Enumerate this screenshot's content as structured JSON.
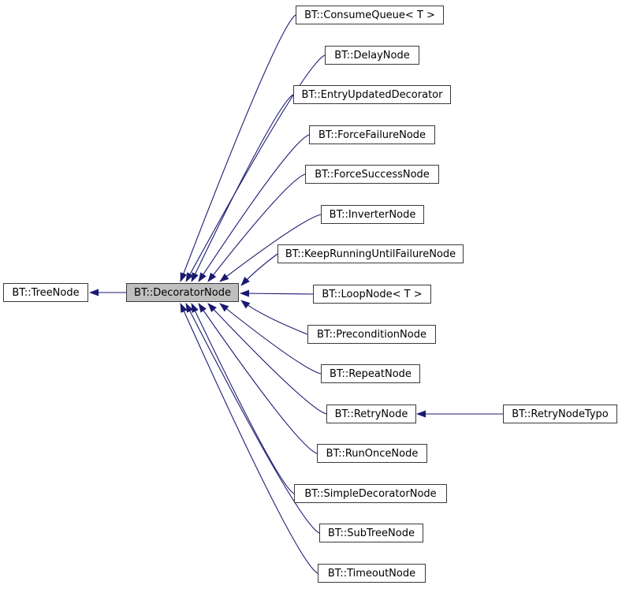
{
  "diagram": {
    "type": "inheritance-graph",
    "colors": {
      "edge": "#191970",
      "node_fill": "#ffffff",
      "current_node_fill": "#bfbfbf",
      "node_border": "#3a3a3a",
      "text": "#000000",
      "background": "#ffffff"
    },
    "nodes": [
      {
        "label": "BT::TreeNode",
        "role": "base"
      },
      {
        "label": "BT::DecoratorNode",
        "role": "current"
      },
      {
        "label": "BT::ConsumeQueue< T >",
        "role": "derived"
      },
      {
        "label": "BT::DelayNode",
        "role": "derived"
      },
      {
        "label": "BT::EntryUpdatedDecorator",
        "role": "derived"
      },
      {
        "label": "BT::ForceFailureNode",
        "role": "derived"
      },
      {
        "label": "BT::ForceSuccessNode",
        "role": "derived"
      },
      {
        "label": "BT::InverterNode",
        "role": "derived"
      },
      {
        "label": "BT::KeepRunningUntilFailureNode",
        "role": "derived"
      },
      {
        "label": "BT::LoopNode< T >",
        "role": "derived"
      },
      {
        "label": "BT::PreconditionNode",
        "role": "derived"
      },
      {
        "label": "BT::RepeatNode",
        "role": "derived"
      },
      {
        "label": "BT::RetryNode",
        "role": "derived"
      },
      {
        "label": "BT::RunOnceNode",
        "role": "derived"
      },
      {
        "label": "BT::SimpleDecoratorNode",
        "role": "derived"
      },
      {
        "label": "BT::SubTreeNode",
        "role": "derived"
      },
      {
        "label": "BT::TimeoutNode",
        "role": "derived"
      },
      {
        "label": "BT::RetryNodeTypo",
        "role": "derived"
      }
    ],
    "edges": [
      {
        "from": "BT::DecoratorNode",
        "to": "BT::TreeNode"
      },
      {
        "from": "BT::ConsumeQueue< T >",
        "to": "BT::DecoratorNode"
      },
      {
        "from": "BT::DelayNode",
        "to": "BT::DecoratorNode"
      },
      {
        "from": "BT::EntryUpdatedDecorator",
        "to": "BT::DecoratorNode"
      },
      {
        "from": "BT::ForceFailureNode",
        "to": "BT::DecoratorNode"
      },
      {
        "from": "BT::ForceSuccessNode",
        "to": "BT::DecoratorNode"
      },
      {
        "from": "BT::InverterNode",
        "to": "BT::DecoratorNode"
      },
      {
        "from": "BT::KeepRunningUntilFailureNode",
        "to": "BT::DecoratorNode"
      },
      {
        "from": "BT::LoopNode< T >",
        "to": "BT::DecoratorNode"
      },
      {
        "from": "BT::PreconditionNode",
        "to": "BT::DecoratorNode"
      },
      {
        "from": "BT::RepeatNode",
        "to": "BT::DecoratorNode"
      },
      {
        "from": "BT::RetryNode",
        "to": "BT::DecoratorNode"
      },
      {
        "from": "BT::RunOnceNode",
        "to": "BT::DecoratorNode"
      },
      {
        "from": "BT::SimpleDecoratorNode",
        "to": "BT::DecoratorNode"
      },
      {
        "from": "BT::SubTreeNode",
        "to": "BT::DecoratorNode"
      },
      {
        "from": "BT::TimeoutNode",
        "to": "BT::DecoratorNode"
      },
      {
        "from": "BT::RetryNodeTypo",
        "to": "BT::RetryNode"
      }
    ]
  }
}
